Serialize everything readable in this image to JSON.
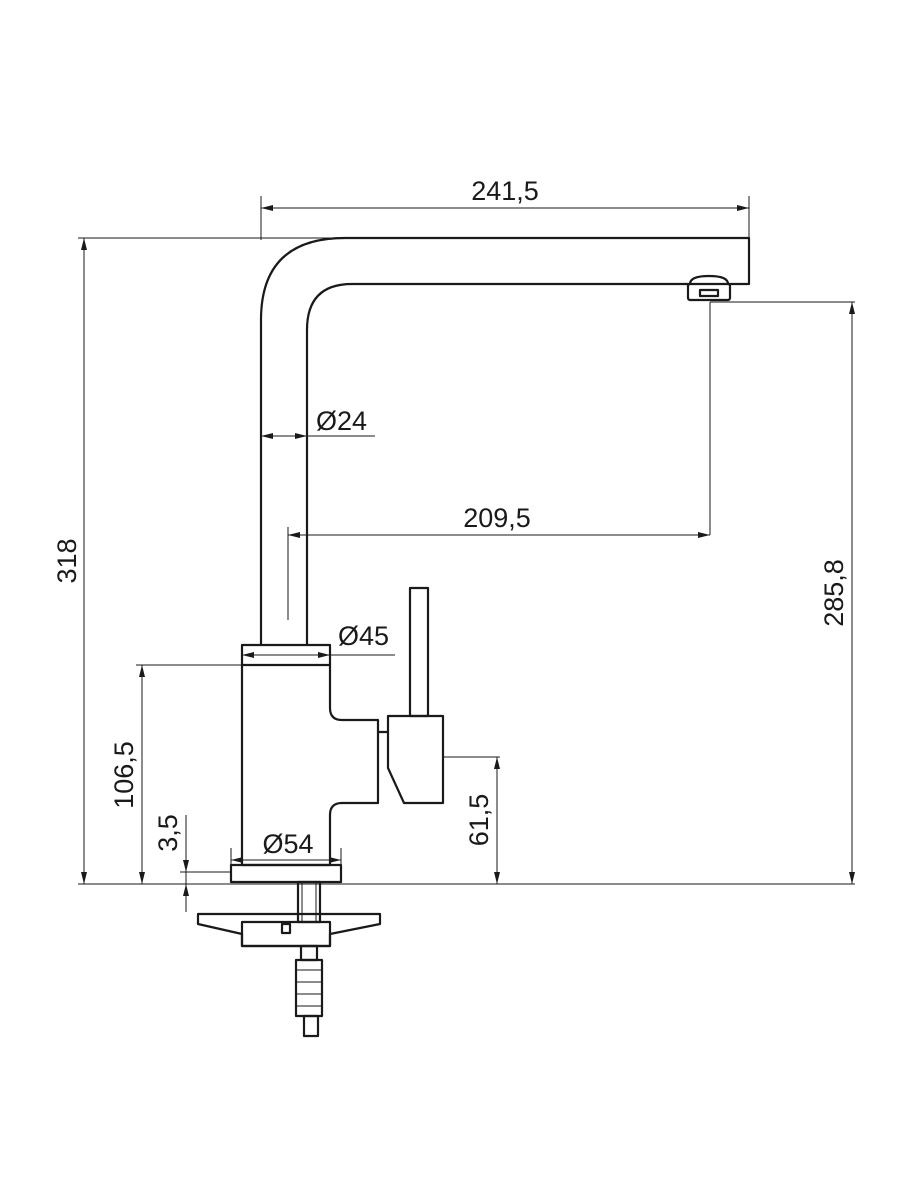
{
  "dimensions": {
    "total_width": "241,5",
    "total_height": "318",
    "outlet_height": "285,8",
    "spout_reach": "209,5",
    "spout_diameter": "Ø24",
    "body_top_diameter": "Ø45",
    "base_diameter": "Ø54",
    "body_height": "106,5",
    "base_plate_thickness": "3,5",
    "lever_height": "61,5"
  }
}
